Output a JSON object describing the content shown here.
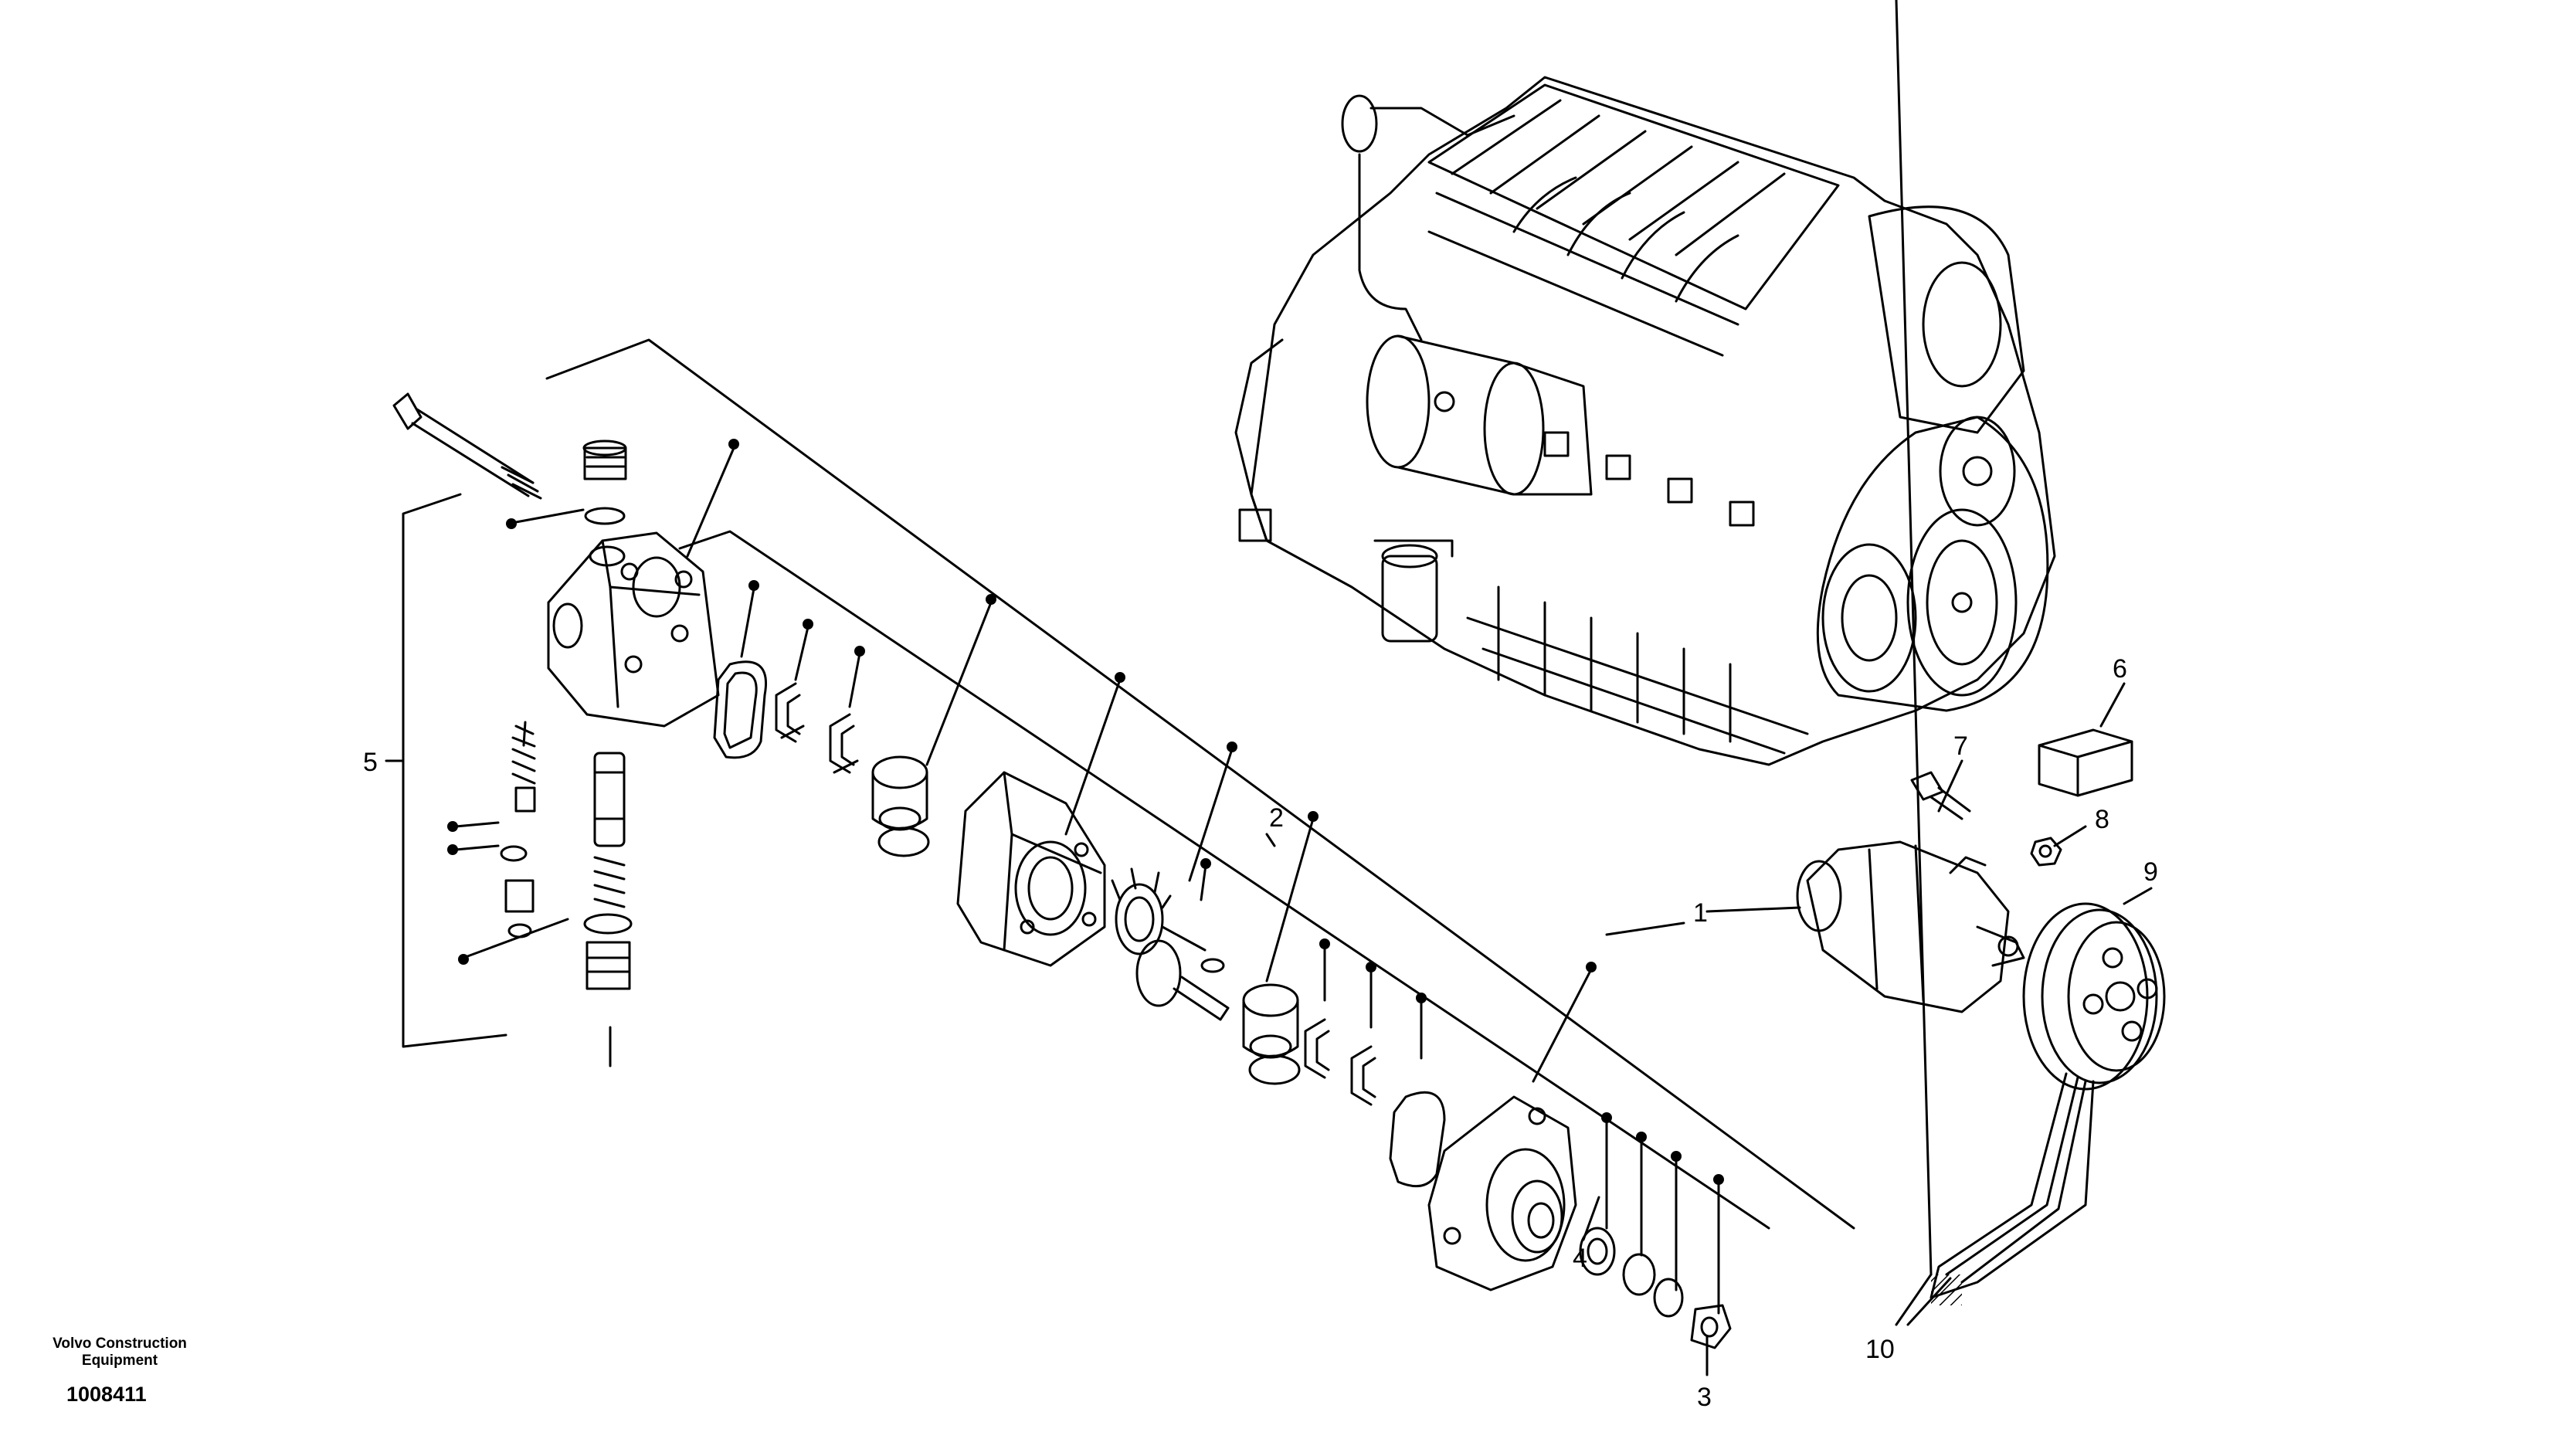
{
  "footer": {
    "brand_line_1": "Volvo Construction",
    "brand_line_2": "Equipment",
    "drawing_number": "1008411"
  },
  "callouts": [
    "1",
    "2",
    "3",
    "4",
    "5",
    "6",
    "7",
    "8",
    "9",
    "10"
  ]
}
